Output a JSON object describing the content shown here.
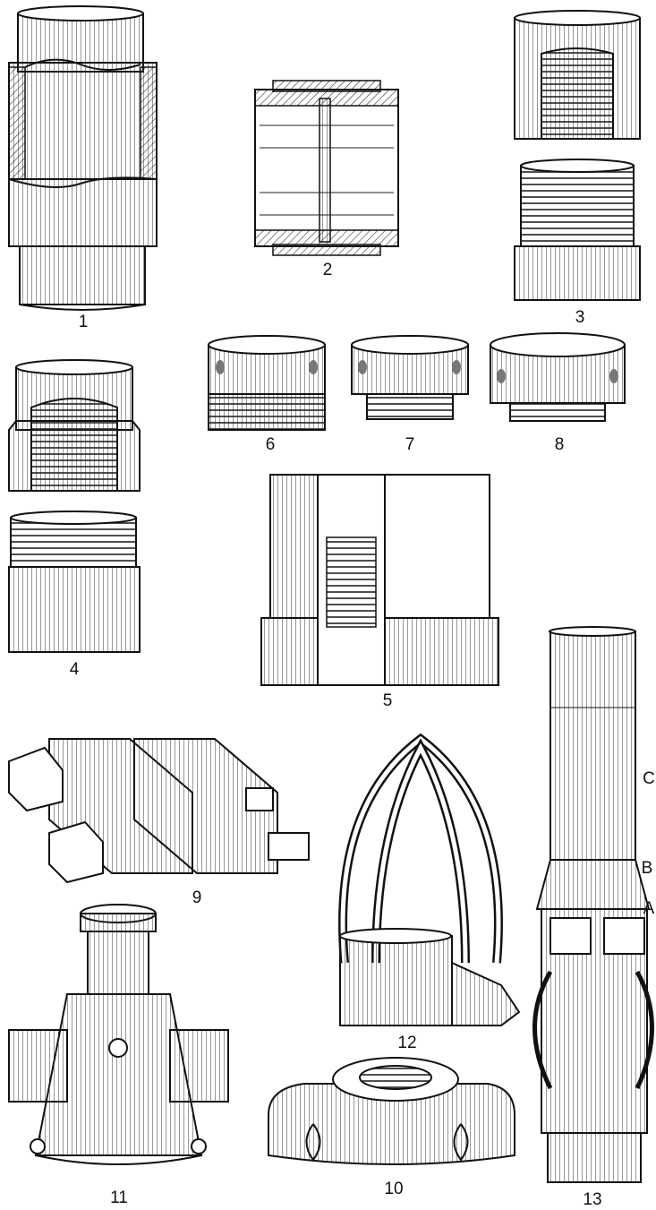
{
  "figure": {
    "labels": {
      "fig1": "1",
      "fig2": "2",
      "fig3": "3",
      "fig4": "4",
      "fig5": "5",
      "fig6": "6",
      "fig7": "7",
      "fig8": "8",
      "fig9": "9",
      "fig10": "10",
      "fig11": "11",
      "fig12": "12",
      "fig13": "13",
      "partA": "A",
      "partB": "B",
      "partC": "C"
    },
    "colors": {
      "ink": "#111111",
      "paper": "#ffffff"
    },
    "icons": [
      "pipe-coupling-icon",
      "threaded-joint-icon",
      "tool-joint-icon",
      "pipe-clamp-icon",
      "casing-spider-icon",
      "elevator-link-icon",
      "centralizer-icon"
    ]
  }
}
